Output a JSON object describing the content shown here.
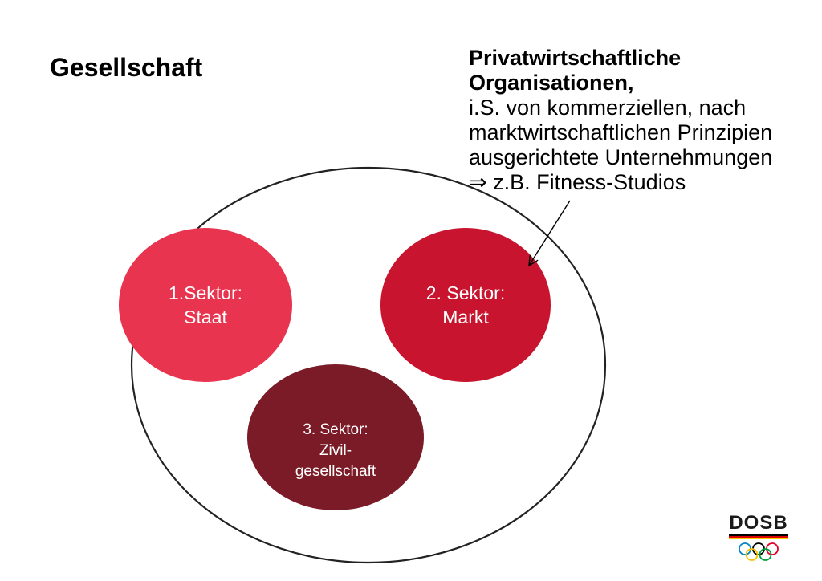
{
  "title": "Gesellschaft",
  "callout": {
    "lines_bold": [
      "Privatwirtschaftliche",
      "Organisationen,"
    ],
    "lines": [
      "i.S. von kommerziellen, nach",
      "marktwirtschaftlichen Prinzipien",
      "ausgerichtete Unternehmungen",
      "⇒ z.B. Fitness-Studios"
    ]
  },
  "sectors": [
    {
      "line1": "1.Sektor:",
      "line2": "Staat",
      "color": "#e8344f"
    },
    {
      "line1": "2. Sektor:",
      "line2": "Markt",
      "color": "#c8142e"
    },
    {
      "line1": "3. Sektor:",
      "line2": "Zivil-",
      "line3": "gesellschaft",
      "color": "#7a1b27"
    }
  ],
  "logo": {
    "text": "DOSB",
    "ring_colors": [
      "#0085c7",
      "#f4c300",
      "#000000",
      "#009f3d",
      "#df0024"
    ],
    "stripe_colors": [
      "#000000",
      "#dd0000",
      "#ffcc00"
    ]
  }
}
